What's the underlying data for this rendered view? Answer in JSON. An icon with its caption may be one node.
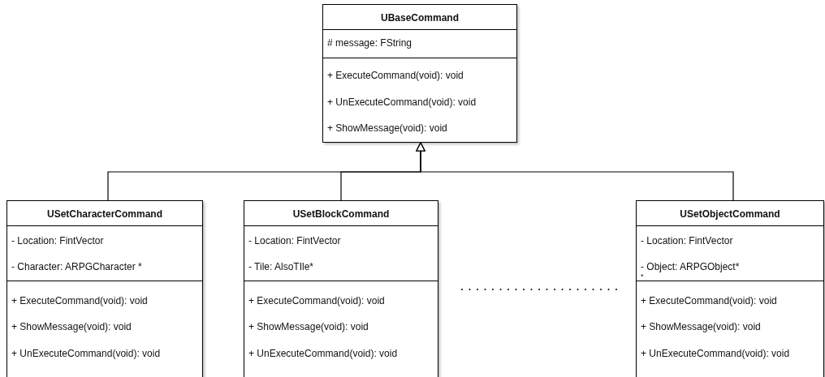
{
  "diagram": {
    "nodes": [
      {
        "text": [
          "UBaseCommand",
          "# message: FString",
          "+ ExecuteCommand(void): void",
          "+ UnExecuteCommand(void): void",
          "+ ShowMessage(void): void"
        ]
      },
      {
        "text": [
          "USetCharacterCommand",
          "- Location: FintVector",
          "- Character: ARPGCharacter *",
          "+ ExecuteCommand(void): void",
          "+ ShowMessage(void): void",
          "+ UnExecuteCommand(void): void"
        ]
      },
      {
        "text": [
          "USetBlockCommand",
          "- Location: FintVector",
          "- Tile: AlsoTIle*",
          "+ ExecuteCommand(void): void",
          "+ ShowMessage(void): void",
          "+ UnExecuteCommand(void): void"
        ]
      },
      {
        "text": [
          "USetObjectCommand",
          "- Location: FintVector",
          "- Object: ARPGObject*",
          "*",
          "+ ExecuteCommand(void): void",
          "+ ShowMessage(void): void",
          "+ UnExecuteCommand(void): void"
        ]
      }
    ],
    "edges": [
      {
        "from": 1,
        "to": 0,
        "arrow": "to"
      },
      {
        "from": 2,
        "to": 0,
        "arrow": "to"
      },
      {
        "from": 3,
        "to": 0,
        "arrow": "to"
      }
    ]
  }
}
